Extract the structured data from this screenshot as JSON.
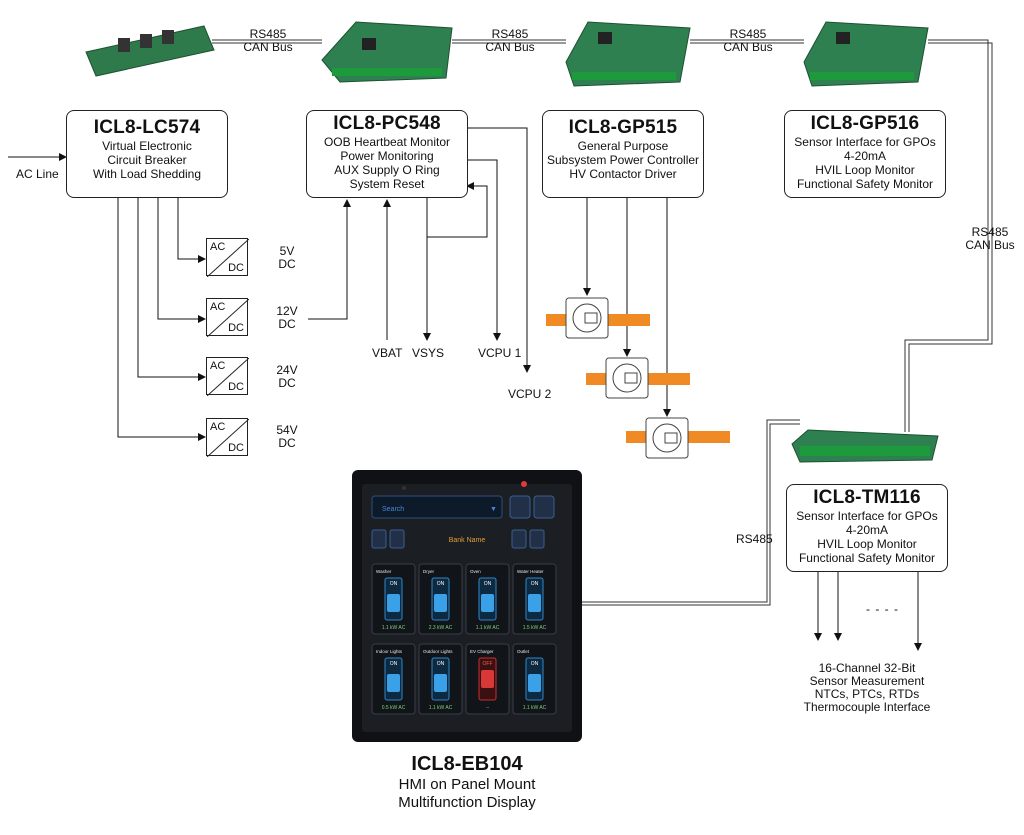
{
  "bus_labels": {
    "bus1_a": "RS485",
    "bus1_b": "CAN Bus",
    "bus2_a": "RS485",
    "bus2_b": "CAN Bus",
    "bus3_a": "RS485",
    "bus3_b": "CAN Bus",
    "bus4_a": "RS485",
    "bus4_b": "CAN Bus",
    "rs485_hmi": "RS485"
  },
  "modules": {
    "lc574": {
      "title": "ICL8-LC574",
      "lines": [
        "Virtual Electronic",
        "Circuit Breaker",
        "With Load Shedding"
      ]
    },
    "pc548": {
      "title": "ICL8-PC548",
      "lines": [
        "OOB Heartbeat Monitor",
        "Power Monitoring",
        "AUX Supply O Ring",
        "System Reset"
      ]
    },
    "gp515": {
      "title": "ICL8-GP515",
      "lines": [
        "General Purpose",
        "Subsystem Power Controller",
        "HV Contactor Driver"
      ]
    },
    "gp516": {
      "title": "ICL8-GP516",
      "lines": [
        "Sensor Interface for GPOs",
        "4-20mA",
        "HVIL Loop Monitor",
        "Functional Safety Monitor"
      ]
    },
    "tm116": {
      "title": "ICL8-TM116",
      "lines": [
        "Sensor Interface for GPOs",
        "4-20mA",
        "HVIL Loop Monitor",
        "Functional Safety Monitor"
      ]
    }
  },
  "ac_line": "AC Line",
  "converters": [
    {
      "ac": "AC",
      "dc": "DC",
      "out_v": "5V",
      "out_unit": "DC"
    },
    {
      "ac": "AC",
      "dc": "DC",
      "out_v": "12V",
      "out_unit": "DC"
    },
    {
      "ac": "AC",
      "dc": "DC",
      "out_v": "24V",
      "out_unit": "DC"
    },
    {
      "ac": "AC",
      "dc": "DC",
      "out_v": "54V",
      "out_unit": "DC"
    }
  ],
  "rails": {
    "vbat": "VBAT",
    "vsys": "VSYS",
    "vcpu1": "VCPU 1",
    "vcpu2": "VCPU 2"
  },
  "sensor_text": [
    "16-Channel 32-Bit",
    "Sensor Measurement",
    "NTCs, PTCs, RTDs",
    "Thermocouple Interface"
  ],
  "dashes": "- - - -",
  "hmi": {
    "title": "ICL8-EB104",
    "subtitle_lines": [
      "HMI on Panel Mount",
      "Multifunction Display"
    ],
    "search": "Search",
    "bank": "Bank Name",
    "tiles": [
      {
        "name": "Washer",
        "state": "ON",
        "power": "1.1 kW AC",
        "red": false
      },
      {
        "name": "Dryer",
        "state": "ON",
        "power": "2.3 kW AC",
        "red": false
      },
      {
        "name": "Oven",
        "state": "ON",
        "power": "1.1 kW AC",
        "red": false
      },
      {
        "name": "Water Heater",
        "state": "ON",
        "power": "1.5 kW AC",
        "red": false
      },
      {
        "name": "Indoor Lights",
        "state": "ON",
        "power": "0.5 kW AC",
        "red": false
      },
      {
        "name": "Outdoor Lights",
        "state": "ON",
        "power": "1.1 kW AC",
        "red": false
      },
      {
        "name": "EV Charger",
        "state": "OFF",
        "power": "--",
        "red": true
      },
      {
        "name": "Outlet",
        "state": "ON",
        "power": "1.1 kW AC",
        "red": false
      }
    ]
  }
}
